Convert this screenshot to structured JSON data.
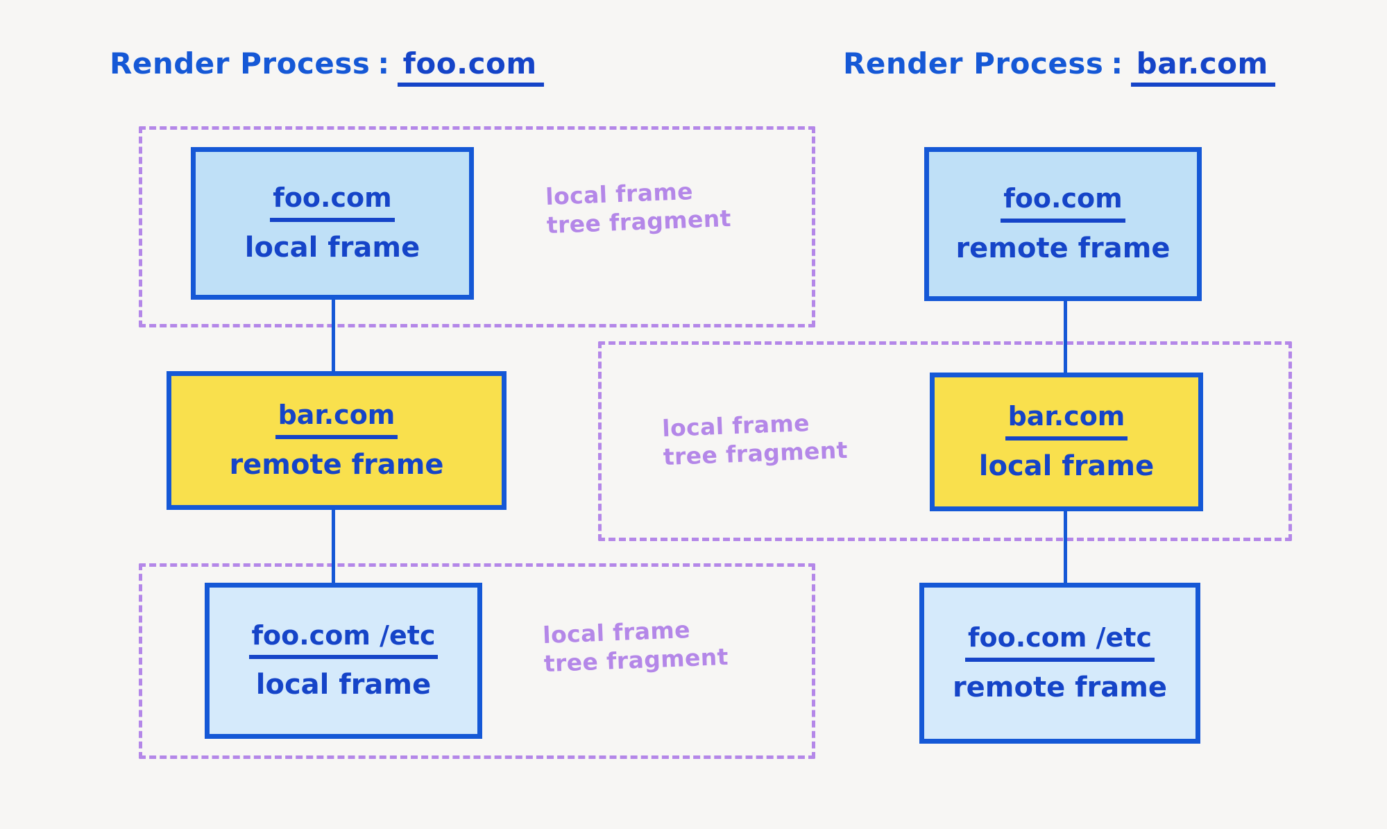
{
  "background_color": "#f7f6f4",
  "colors": {
    "ink_blue": "#1558d6",
    "deep_blue": "#1544c8",
    "box_blue_fill": "#bfe0f7",
    "box_blue_pale_fill": "#d5eafb",
    "box_yellow_fill": "#f9e04d",
    "highlight_blue": "#a8d4f5",
    "highlight_yellow": "#fbe14f",
    "dashed_purple": "#b487e8"
  },
  "headers": {
    "left": {
      "label": "Render Process",
      "separator": ":",
      "domain": "foo.com",
      "highlight": "#a8d4f5"
    },
    "right": {
      "label": "Render Process",
      "separator": ":",
      "domain": "bar.com",
      "highlight": "#fbe14f"
    }
  },
  "left_process": {
    "boxes": [
      {
        "domain": "foo.com",
        "kind": "local frame",
        "fill": "blue"
      },
      {
        "domain": "bar.com",
        "kind": "remote frame",
        "fill": "yellow"
      },
      {
        "domain": "foo.com /etc",
        "kind": "local frame",
        "fill": "blue-pale"
      }
    ],
    "fragments": [
      {
        "line1": "local frame",
        "line2": "tree fragment"
      },
      {
        "line1": "local frame",
        "line2": "tree fragment"
      }
    ]
  },
  "right_process": {
    "boxes": [
      {
        "domain": "foo.com",
        "kind": "remote frame",
        "fill": "blue"
      },
      {
        "domain": "bar.com",
        "kind": "local frame",
        "fill": "yellow"
      },
      {
        "domain": "foo.com /etc",
        "kind": "remote frame",
        "fill": "blue-pale"
      }
    ],
    "fragments": [
      {
        "line1": "local frame",
        "line2": "tree fragment"
      }
    ]
  },
  "middle_fragment": {
    "line1": "local frame",
    "line2": "tree fragment"
  }
}
